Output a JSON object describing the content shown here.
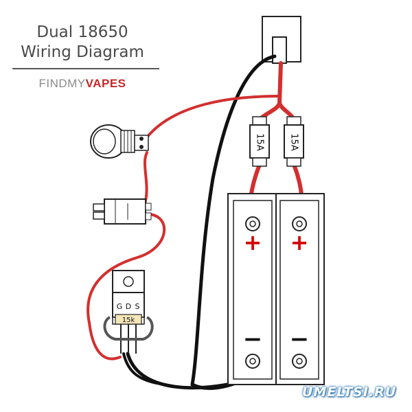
{
  "title": {
    "line1": "Dual 18650",
    "line2": "Wiring Diagram"
  },
  "brand": {
    "part1": "FINDMY",
    "part2": "VAPES"
  },
  "fuses": [
    {
      "label": "15A"
    },
    {
      "label": "15A"
    }
  ],
  "batteries": [
    {
      "positive": "+",
      "negative": "−"
    },
    {
      "positive": "+",
      "negative": "−"
    }
  ],
  "mosfet": {
    "pins": [
      "G",
      "D",
      "S"
    ],
    "resistor": "15k"
  },
  "watermark": "UMELTSI.RU",
  "colors": {
    "red_wire": "#d32f2f",
    "black_wire": "#111111",
    "plus": "#d50000",
    "outline": "#222222"
  }
}
